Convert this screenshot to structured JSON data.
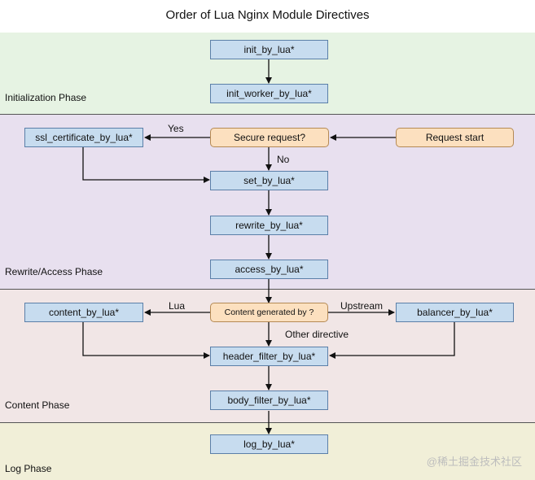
{
  "title": "Order of Lua Nginx Module Directives",
  "phases": {
    "initialization": "Initialization Phase",
    "rewrite_access": "Rewrite/Access Phase",
    "content": "Content Phase",
    "log": "Log Phase"
  },
  "nodes": {
    "init_by_lua": "init_by_lua*",
    "init_worker_by_lua": "init_worker_by_lua*",
    "ssl_certificate_by_lua": "ssl_certificate_by_lua*",
    "secure_request": "Secure request?",
    "request_start": "Request start",
    "set_by_lua": "set_by_lua*",
    "rewrite_by_lua": "rewrite_by_lua*",
    "access_by_lua": "access_by_lua*",
    "content_by_lua": "content_by_lua*",
    "content_generated_by": "Content generated by ?",
    "balancer_by_lua": "balancer_by_lua*",
    "header_filter_by_lua": "header_filter_by_lua*",
    "body_filter_by_lua": "body_filter_by_lua*",
    "log_by_lua": "log_by_lua*"
  },
  "edge_labels": {
    "yes": "Yes",
    "no": "No",
    "lua": "Lua",
    "upstream": "Upstream",
    "other_directive": "Other directive"
  },
  "watermark": "@稀土掘金技术社区",
  "colors": {
    "init_bg": "#e6f3e3",
    "rewrite_bg": "#e8e0ef",
    "content_bg": "#f1e6e6",
    "log_bg": "#f1efd8",
    "node_fill": "#c7dcef",
    "decision_fill": "#fce0bf"
  }
}
